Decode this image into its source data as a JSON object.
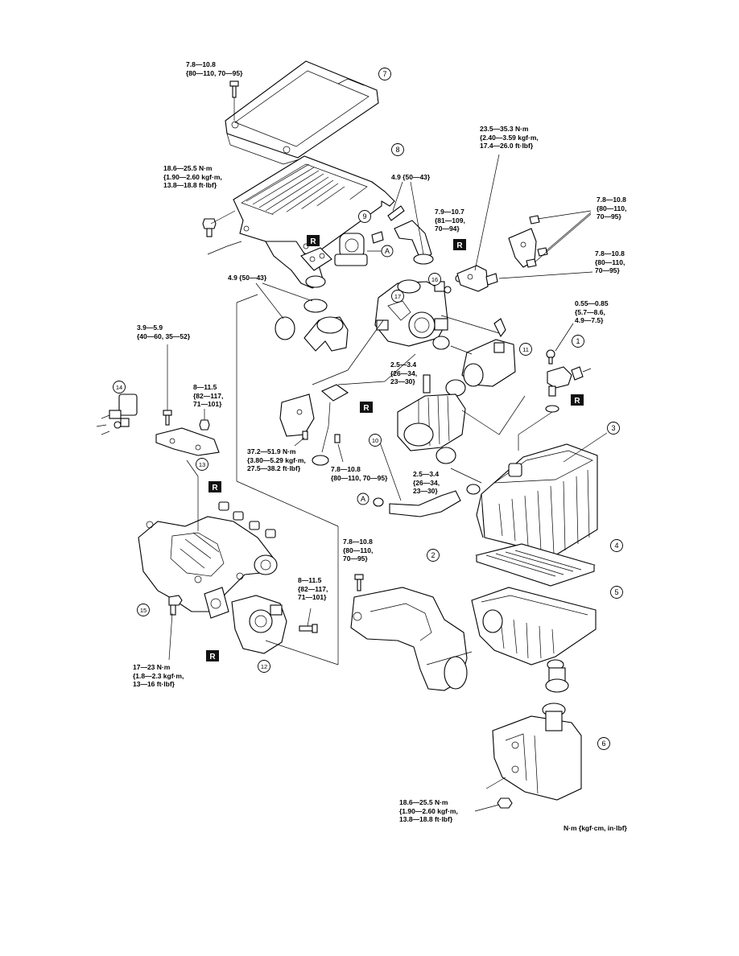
{
  "torque_specs": [
    {
      "id": "t1",
      "lines": [
        "7.8—10.8",
        "{80—110, 70—95}"
      ]
    },
    {
      "id": "t2",
      "lines": [
        "18.6—25.5 N·m",
        "{1.90—2.60 kgf·m,",
        "13.8—18.8 ft·lbf}"
      ]
    },
    {
      "id": "t3",
      "lines": [
        "4.9 {50—43}"
      ]
    },
    {
      "id": "t4",
      "lines": [
        "7.9—10.7",
        "{81—109,",
        "70—94}"
      ]
    },
    {
      "id": "t5",
      "lines": [
        "23.5—35.3 N·m",
        "{2.40—3.59 kgf·m,",
        "17.4—26.0 ft·lbf}"
      ]
    },
    {
      "id": "t6",
      "lines": [
        "7.8—10.8",
        "{80—110,",
        "70—95}"
      ]
    },
    {
      "id": "t7",
      "lines": [
        "7.8—10.8",
        "{80—110,",
        "70—95}"
      ]
    },
    {
      "id": "t8",
      "lines": [
        "4.9 {50—43}"
      ]
    },
    {
      "id": "t9",
      "lines": [
        "0.55—0.85",
        "{5.7—8.6,",
        "4.9—7.5}"
      ]
    },
    {
      "id": "t10",
      "lines": [
        "3.9—5.9",
        "{40—60, 35—52}"
      ]
    },
    {
      "id": "t11",
      "lines": [
        "8—11.5",
        "{82—117,",
        "71—101}"
      ]
    },
    {
      "id": "t12",
      "lines": [
        "2.5—3.4",
        "{26—34,",
        "23—30}"
      ]
    },
    {
      "id": "t13",
      "lines": [
        "37.2—51.9 N·m",
        "{3.80—5.29 kgf·m,",
        "27.5—38.2 ft·lbf}"
      ]
    },
    {
      "id": "t14",
      "lines": [
        "7.8—10.8",
        "{80—110, 70—95}"
      ]
    },
    {
      "id": "t15",
      "lines": [
        "2.5—3.4",
        "{26—34,",
        "23—30}"
      ]
    },
    {
      "id": "t16",
      "lines": [
        "7.8—10.8",
        "{80—110,",
        "70—95}"
      ]
    },
    {
      "id": "t17",
      "lines": [
        "8—11.5",
        "{82—117,",
        "71—101}"
      ]
    },
    {
      "id": "t18",
      "lines": [
        "17—23 N·m",
        "{1.8—2.3 kgf·m,",
        "13—16 ft·lbf}"
      ]
    },
    {
      "id": "t19",
      "lines": [
        "18.6—25.5 N·m",
        "{1.90—2.60 kgf·m,",
        "13.8—18.8 ft·lbf}"
      ]
    }
  ],
  "callouts": [
    "1",
    "2",
    "3",
    "4",
    "5",
    "6",
    "7",
    "8",
    "9",
    "10",
    "11",
    "12",
    "13",
    "14",
    "15",
    "16",
    "17"
  ],
  "reference_markers": [
    "A",
    "A"
  ],
  "replace_marker_label": "R",
  "units_legend": "N·m {kgf·cm, in·lbf}"
}
